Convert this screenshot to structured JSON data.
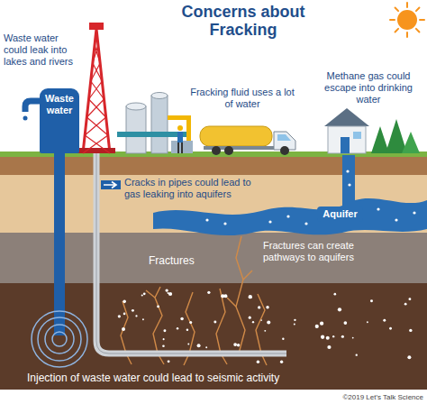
{
  "diagram": {
    "title": "Concerns about Fracking",
    "nodes": [
      {
        "text": [
          "Waste water"
        ]
      },
      {
        "text": [
          "Aquifer"
        ]
      }
    ],
    "labels": [
      "Waste water could leak into lakes and rivers",
      "Fracking fluid uses a lot of water",
      "Methane gas could escape into drinking water",
      "Cracks in pipes could lead to gas leaking into aquifers",
      "Fractures",
      "Fractures can create pathways to aquifers",
      "Injection of waste water could lead to seismic activity",
      "©2019 Let's Talk Science"
    ]
  }
}
